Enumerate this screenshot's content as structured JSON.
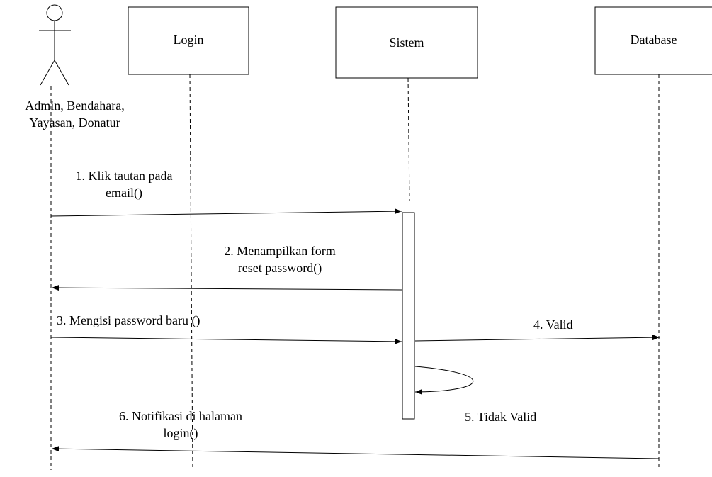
{
  "actor": {
    "line1": "Admin, Bendahara,",
    "line2": "Yayasan, Donatur"
  },
  "lifelines": [
    {
      "label": "Login"
    },
    {
      "label": "Sistem"
    },
    {
      "label": "Database"
    }
  ],
  "messages": [
    {
      "line1": "1. Klik tautan pada",
      "line2": "email()"
    },
    {
      "line1": "2. Menampilkan form",
      "line2": "reset password()"
    },
    {
      "line1": "3. Mengisi password baru ()"
    },
    {
      "line1": "4. Valid"
    },
    {
      "line1": "5. Tidak Valid"
    },
    {
      "line1": "6. Notifikasi di halaman",
      "line2": "login()"
    }
  ]
}
